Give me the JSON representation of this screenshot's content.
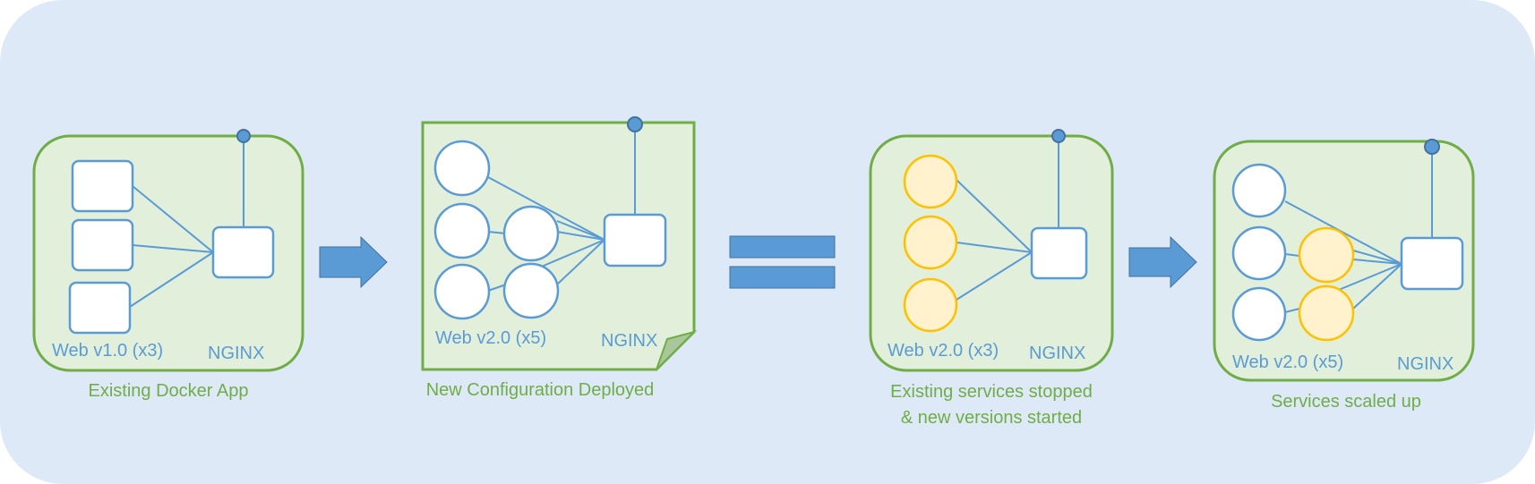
{
  "colors": {
    "background": "#dde9f6",
    "panel_fill": "#e2efda",
    "panel_stroke": "#70ad47",
    "node_stroke": "#5b9bd5",
    "node_fill": "#ffffff",
    "new_node_fill": "#fff2cc",
    "new_node_stroke": "#ffc000",
    "arrow_fill": "#5b9bd5",
    "caption_text": "#70ad47",
    "label_text": "#5b9bd5"
  },
  "panels": [
    {
      "web_label": "Web v1.0 (x3)",
      "nginx_label": "NGINX",
      "caption": [
        "Existing Docker App"
      ]
    },
    {
      "web_label": "Web v2.0 (x5)",
      "nginx_label": "NGINX",
      "caption": [
        "New Configuration Deployed"
      ]
    },
    {
      "web_label": "Web v2.0 (x3)",
      "nginx_label": "NGINX",
      "caption": [
        "Existing services stopped",
        "& new versions started"
      ]
    },
    {
      "web_label": "Web v2.0 (x5)",
      "nginx_label": "NGINX",
      "caption": [
        "Services scaled up"
      ]
    }
  ],
  "connectors": [
    "right-arrow",
    "equals-sign",
    "right-arrow"
  ]
}
